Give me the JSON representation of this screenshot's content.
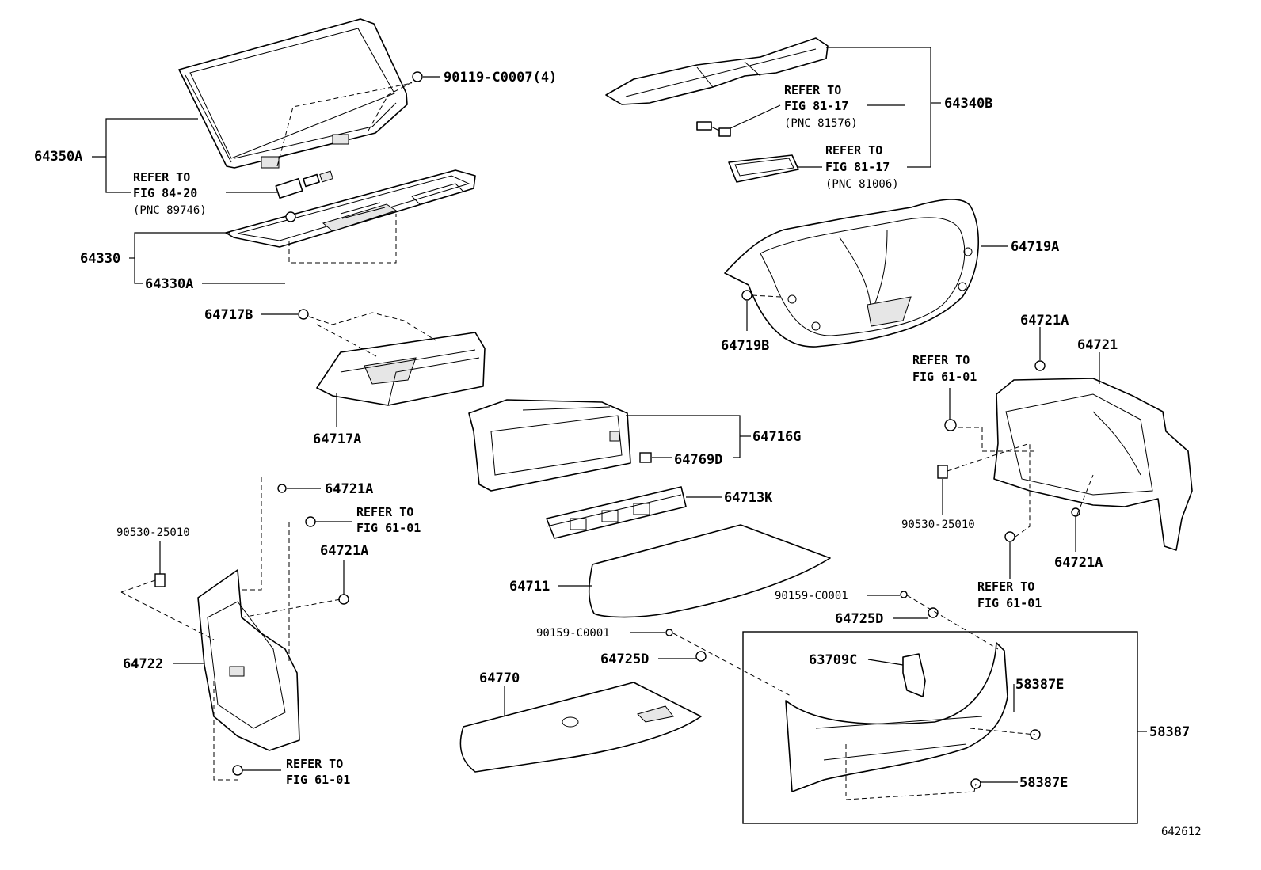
{
  "diagram_id": "642612",
  "parts": {
    "p64350A": "64350A",
    "p90119": "90119-C0007(4)",
    "p64340B": "64340B",
    "p64330": "64330",
    "p64330A": "64330A",
    "p64719A": "64719A",
    "p64719B": "64719B",
    "p64717B": "64717B",
    "p64717A": "64717A",
    "p64721A_right_top": "64721A",
    "p64721": "64721",
    "p64716G": "64716G",
    "p64769D": "64769D",
    "p64713K": "64713K",
    "p64721A_left_top": "64721A",
    "p64721A_left_mid": "64721A",
    "p90530_left": "90530-25010",
    "p90530_right": "90530-25010",
    "p64721A_right_bottom": "64721A",
    "p64711": "64711",
    "p90159_a": "90159-C0001",
    "p64725D_a": "64725D",
    "p90159_b": "90159-C0001",
    "p64725D_b": "64725D",
    "p64722": "64722",
    "p63709C": "63709C",
    "p58387E_a": "58387E",
    "p58387": "58387",
    "p64770": "64770",
    "p58387E_b": "58387E"
  },
  "refs": {
    "r89746": {
      "line1": "REFER TO",
      "line2": "FIG 84-20",
      "line3": "(PNC 89746)"
    },
    "r81576": {
      "line1": "REFER TO",
      "line2": "FIG 81-17",
      "line3": "(PNC 81576)"
    },
    "r81006": {
      "line1": "REFER TO",
      "line2": "FIG 81-17",
      "line3": "(PNC 81006)"
    },
    "r6101_right_top": {
      "line1": "REFER TO",
      "line2": "FIG 61-01"
    },
    "r6101_left_top": {
      "line1": "REFER TO",
      "line2": "FIG 61-01"
    },
    "r6101_right_bottom": {
      "line1": "REFER TO",
      "line2": "FIG 61-01"
    },
    "r6101_left_bottom": {
      "line1": "REFER TO",
      "line2": "FIG 61-01"
    }
  }
}
